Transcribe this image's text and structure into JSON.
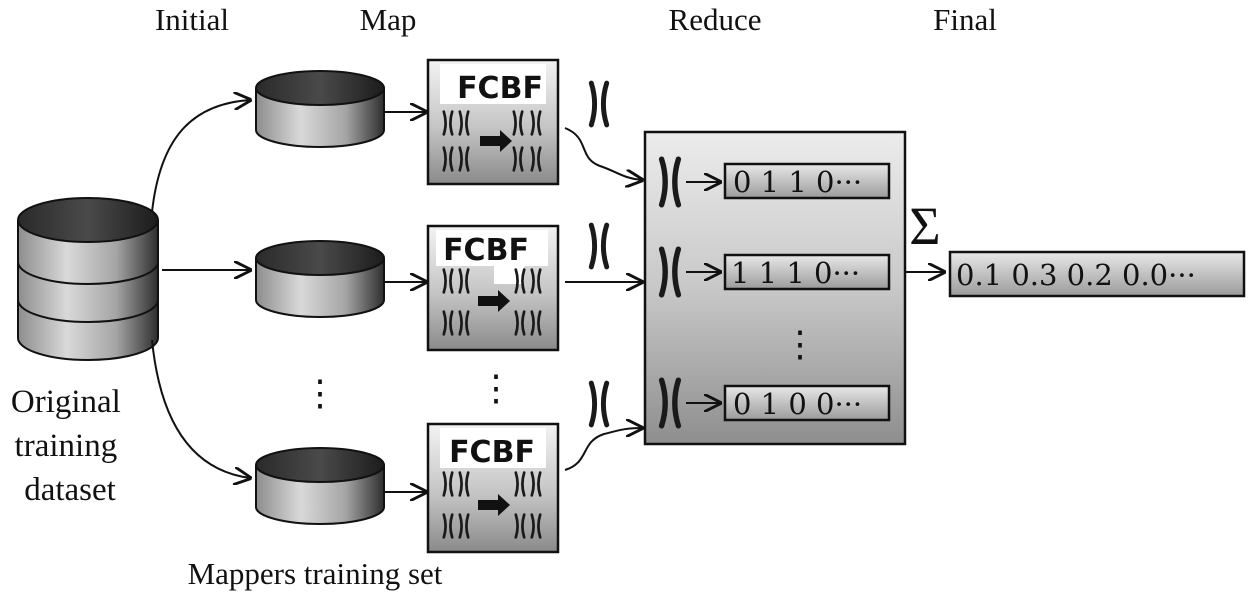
{
  "stages": {
    "initial": "Initial",
    "map": "Map",
    "reduce": "Reduce",
    "final": "Final"
  },
  "left_label": [
    "Original",
    "training",
    "dataset"
  ],
  "bottom_label": "Mappers training set",
  "mapper_algorithm": "FCBF",
  "reducer_vectors": [
    "0 1 1 0···",
    "1 1 1 0···",
    "0 1 0 0···"
  ],
  "sum_symbol": "Σ",
  "final_vector": "0.1 0.3 0.2 0.0···",
  "ellipsis": "⋮",
  "colors": {
    "box_fill_light": "#f2f2f2",
    "box_fill_dark": "#8a8a8a",
    "stroke": "#111111"
  }
}
